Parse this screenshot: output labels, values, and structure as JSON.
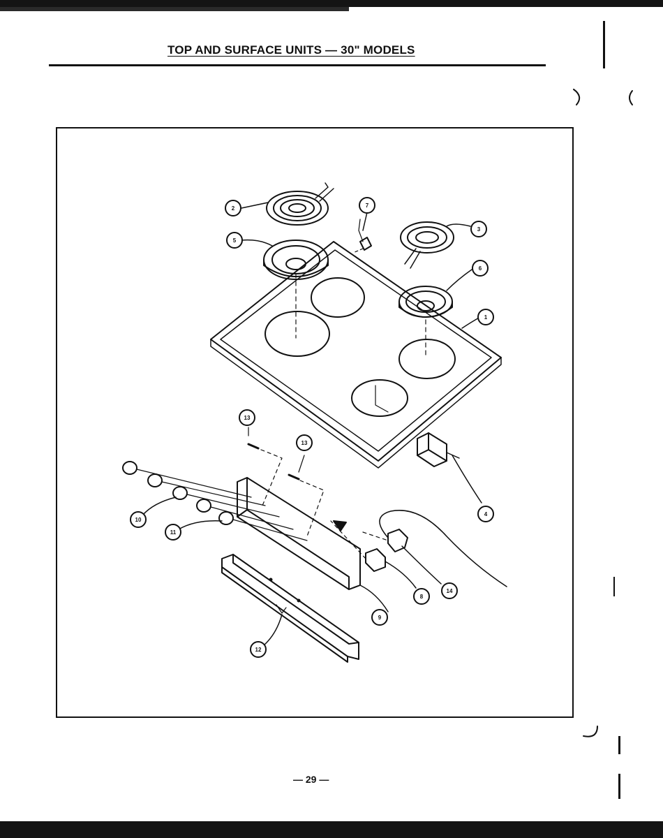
{
  "page": {
    "title": "TOP AND SURFACE UNITS — 30\" MODELS",
    "page_number": "— 29 —"
  },
  "callouts": [
    "1",
    "2",
    "3",
    "4",
    "5",
    "6",
    "7",
    "8",
    "9",
    "10",
    "11",
    "12",
    "13",
    "13",
    "14"
  ]
}
